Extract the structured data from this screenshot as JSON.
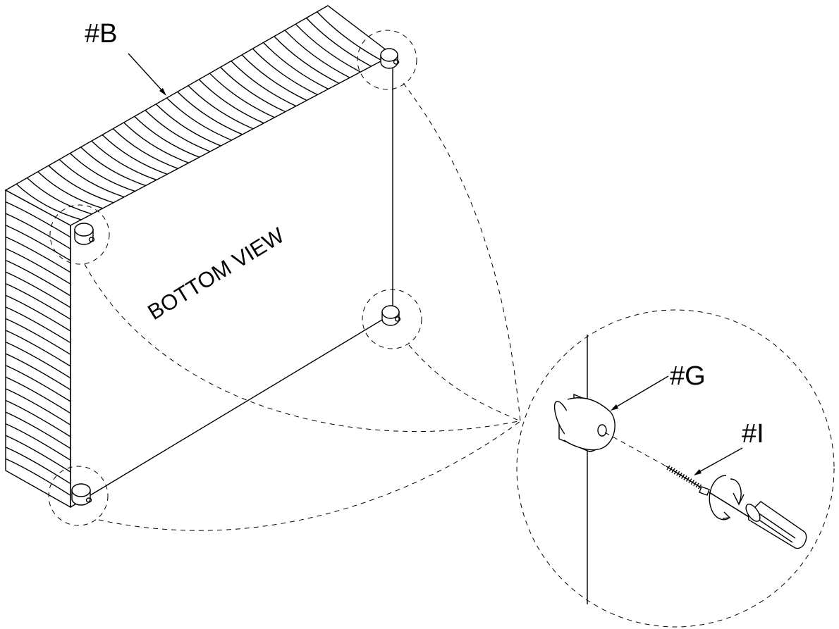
{
  "labels": {
    "board": "#B",
    "view": "BOTTOM VIEW",
    "foot": "#G",
    "screw": "#I"
  },
  "colors": {
    "line": "#000000",
    "background": "#ffffff"
  },
  "icons": [
    "screwdriver-icon",
    "rotation-arrow-icon"
  ]
}
